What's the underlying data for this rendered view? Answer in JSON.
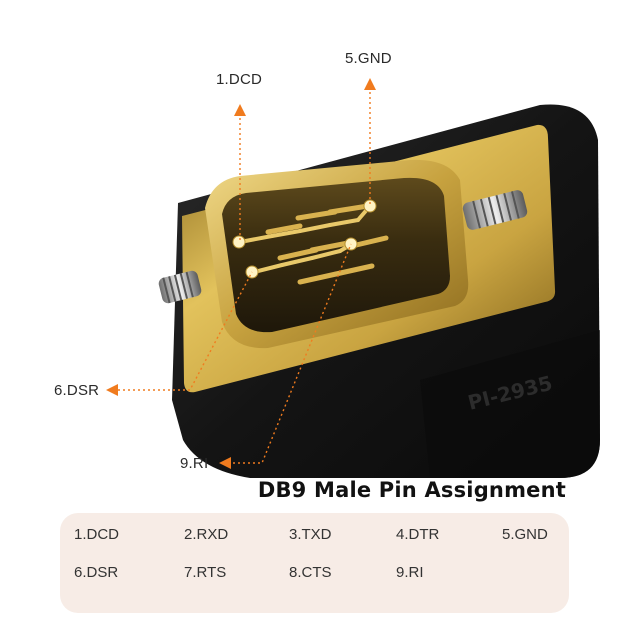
{
  "callouts": {
    "dcd": "1.DCD",
    "gnd": "5.GND",
    "dsr": "6.DSR",
    "ri": "9.RI"
  },
  "heading": "DB9 Male Pin Assignment",
  "pin_rows": [
    [
      "1.DCD",
      "2.RXD",
      "3.TXD",
      "4.DTR",
      "5.GND"
    ],
    [
      "6.DSR",
      "7.RTS",
      "8.CTS",
      "9.RI"
    ]
  ],
  "colors": {
    "accent": "#f07b1e",
    "gold": "#c9a441",
    "body": "#151515",
    "table_bg": "#f7ece6"
  }
}
